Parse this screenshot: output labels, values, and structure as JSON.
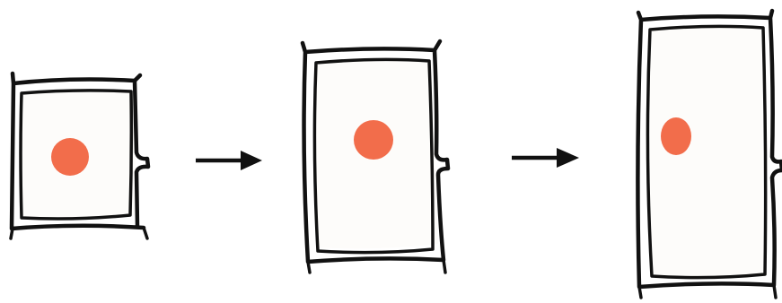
{
  "diagram": {
    "stages": [
      {
        "id": "small-cell"
      },
      {
        "id": "medium-cell"
      },
      {
        "id": "large-cell"
      }
    ],
    "arrows": 2,
    "colors": {
      "outline": "#111111",
      "cytoplasm": "#fdfcfa",
      "nucleus": "#f26d4b",
      "nucleus_highlight": "#f58a68",
      "background": "#ffffff"
    }
  }
}
